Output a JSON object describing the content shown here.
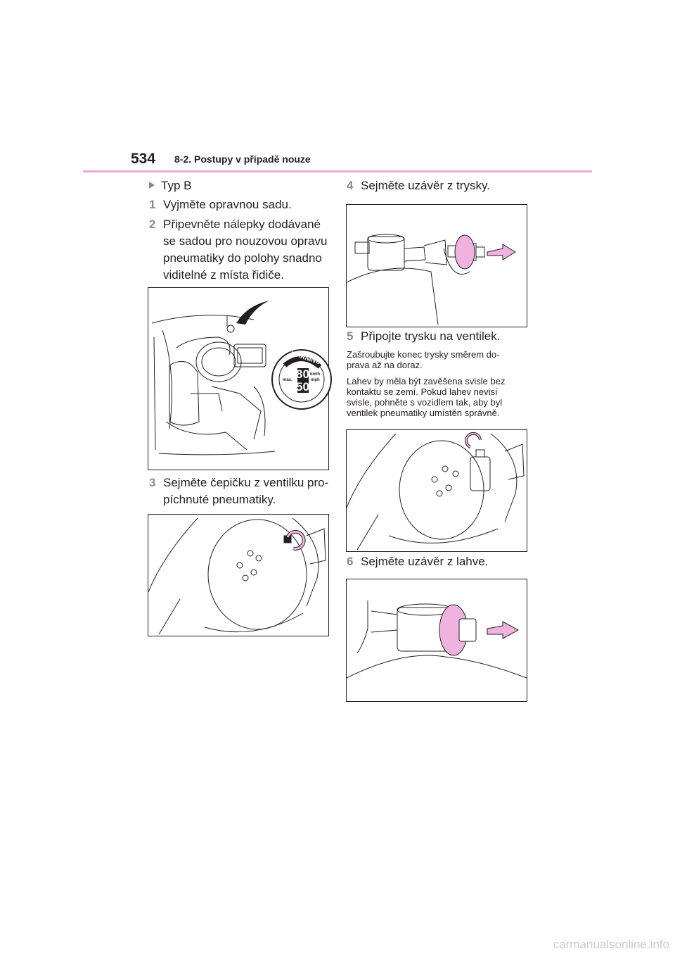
{
  "header": {
    "page_number": "534",
    "section": "8-2. Postupy v případě nouze"
  },
  "left": {
    "type_label": "Typ B",
    "steps": [
      {
        "num": "1",
        "lines": [
          "Vyjměte opravnou sadu."
        ]
      },
      {
        "num": "2",
        "lines": [
          "Připevněte nálepky dodávané",
          "se sadou pro nouzovou opravu",
          "pneumatiky do polohy snadno",
          "viditelné z místa řidiče."
        ]
      },
      {
        "num": "3",
        "lines": [
          "Sejměte čepičku z ventilku pro-",
          "píchnuté pneumatiky."
        ]
      }
    ]
  },
  "right": {
    "steps": [
      {
        "num": "4",
        "lines": [
          "Sejměte uzávěr z trysky."
        ]
      },
      {
        "num": "5",
        "lines": [
          "Připojte trysku na ventilek."
        ]
      },
      {
        "num": "6",
        "lines": [
          "Sejměte uzávěr z lahve."
        ]
      }
    ],
    "notes": [
      [
        "Zašroubujte konec trysky směrem do-",
        "prava až na doraz."
      ],
      [
        "Lahev by měla být zavěšena svisle bez",
        "kontaktu se zemí. Pokud lahev nevisí",
        "svisle, pohněte s vozidlem tak, aby byl",
        "ventilek pneumatiky umístěn správně."
      ]
    ]
  },
  "sticker": {
    "warning": "WARNING",
    "speed_top": "80",
    "speed_bottom": "50",
    "unit_top": "km/h",
    "unit_bottom": "mph",
    "max": "max."
  },
  "colors": {
    "accent": "#e9a6d3",
    "arrow_fill": "#f0b2de",
    "step_number": "#8a8a8a"
  },
  "footer": {
    "watermark": "carmanualsonline.info"
  }
}
